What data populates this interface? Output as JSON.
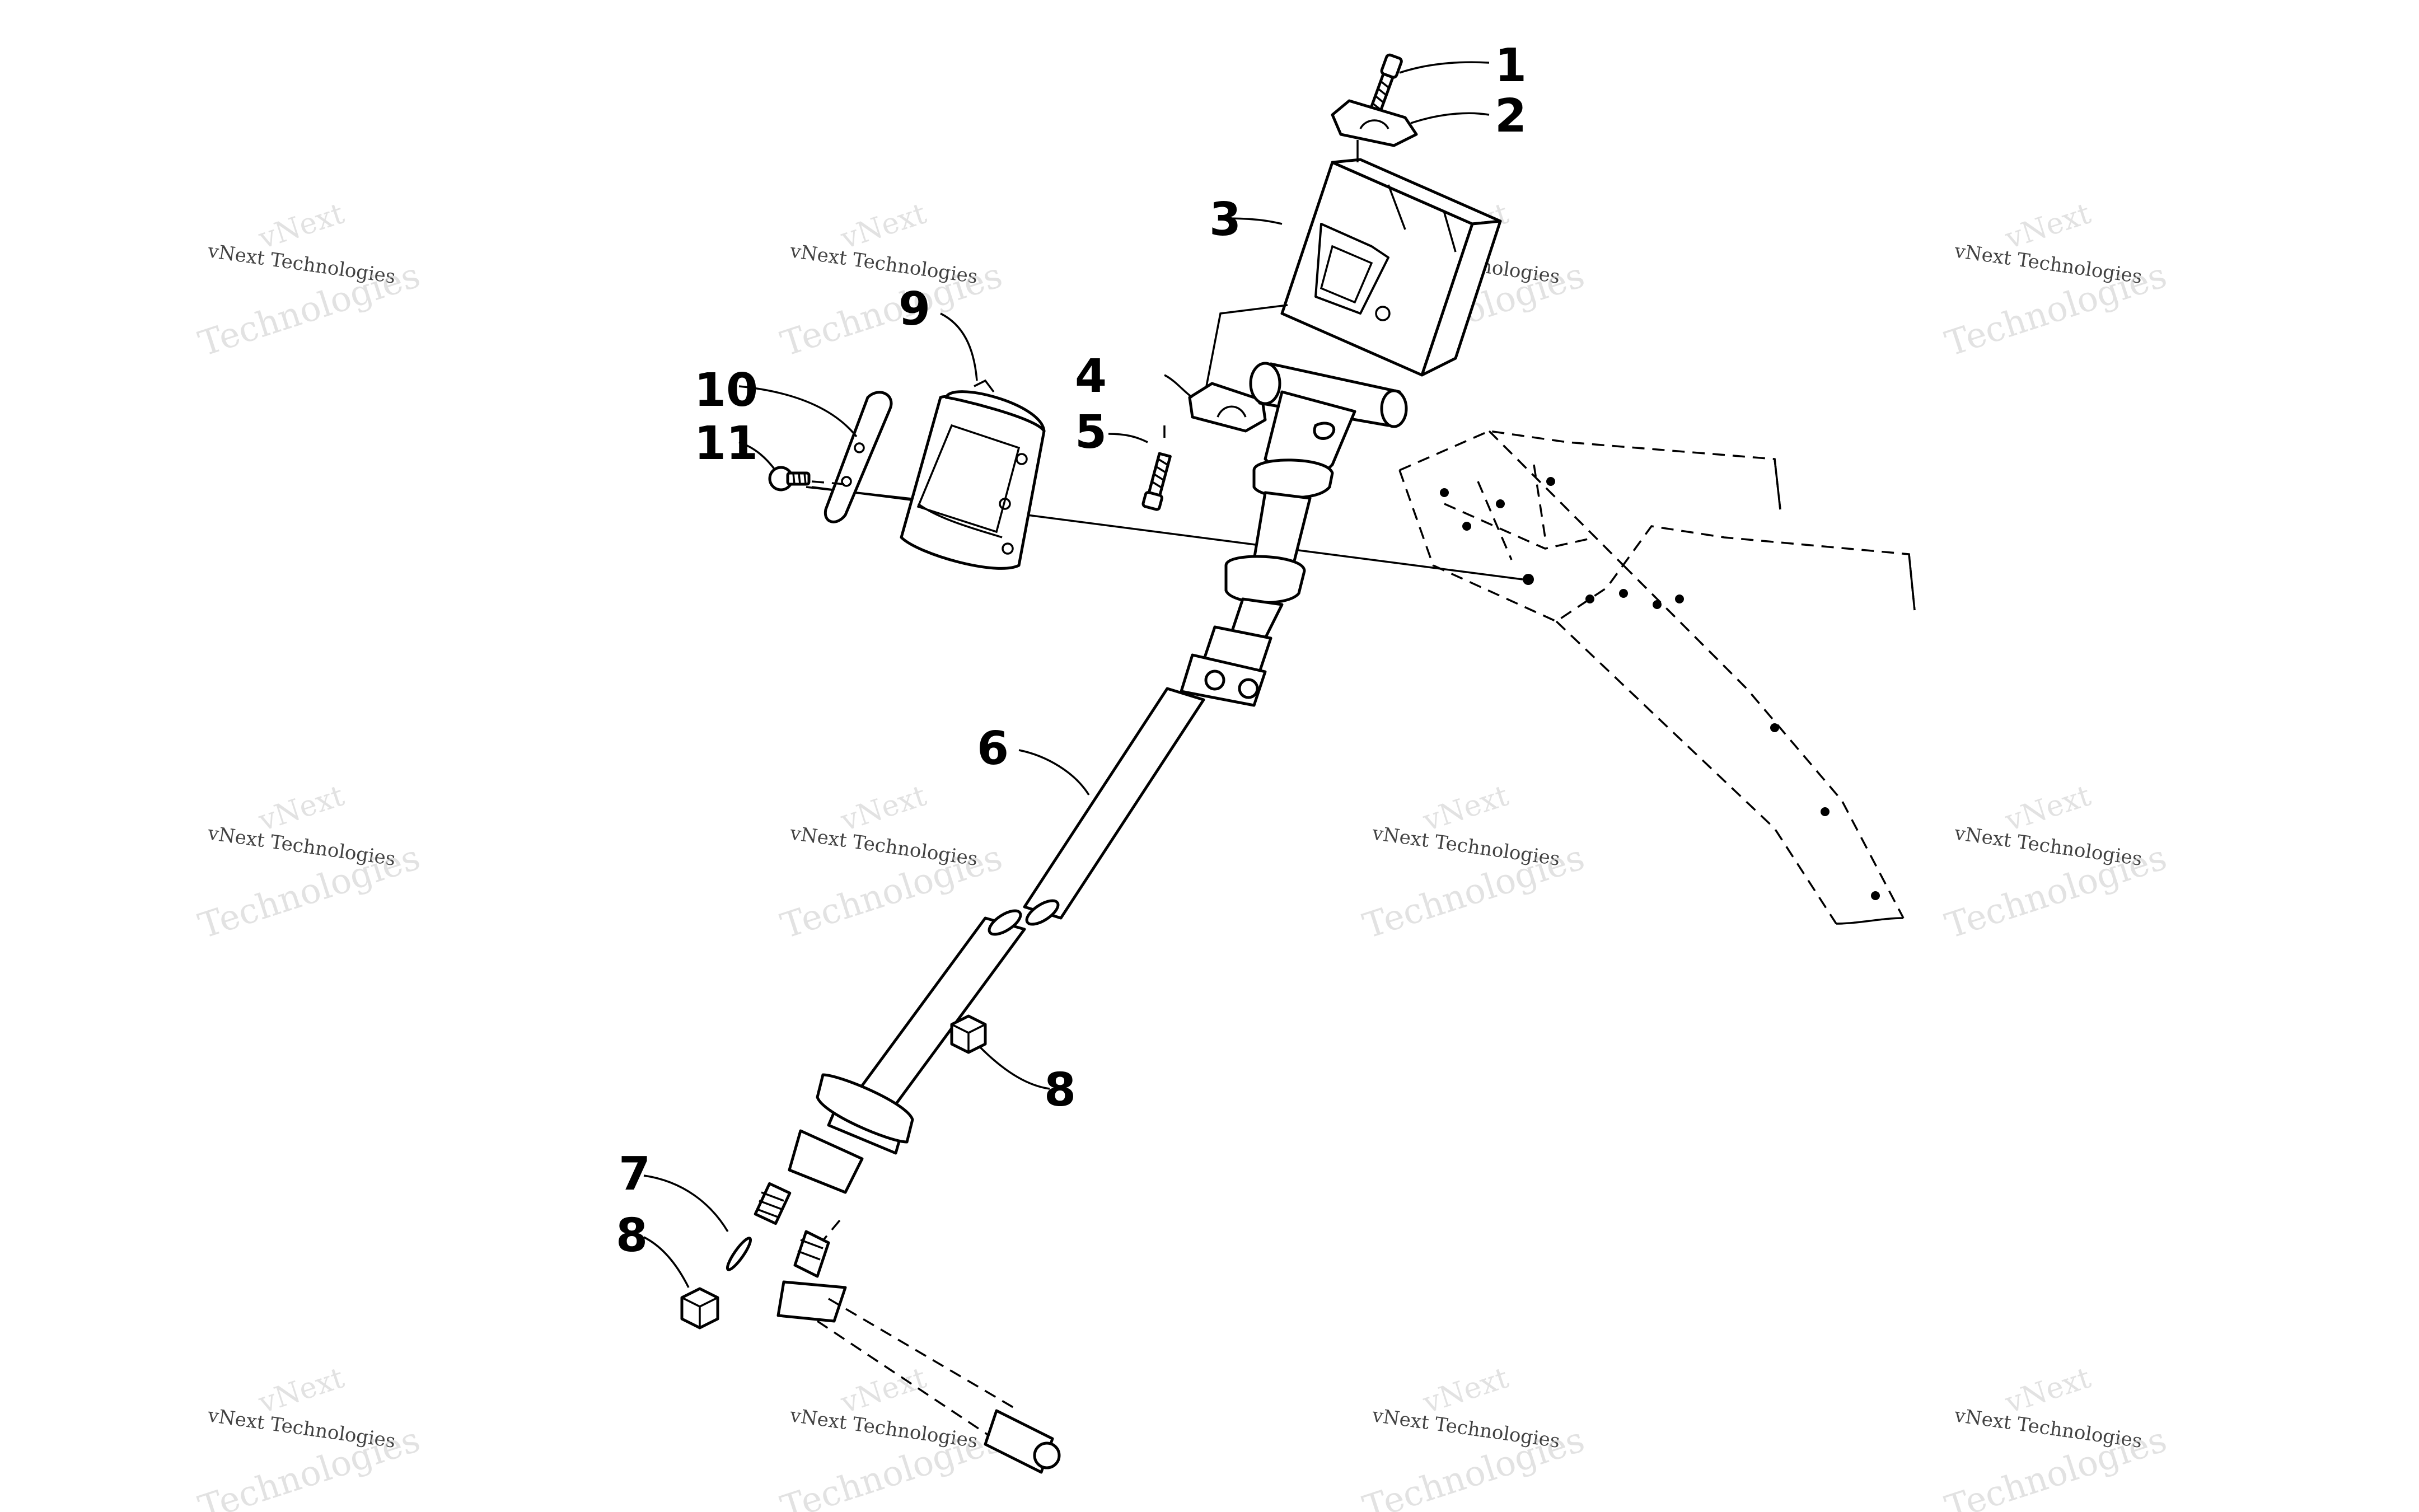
{
  "watermark_text": [
    "vNext",
    "vNext Technologies",
    "Technologies"
  ],
  "callouts": [
    "1",
    "2",
    "3",
    "4",
    "5",
    "6",
    "7",
    "8",
    "8",
    "9",
    "10",
    "11"
  ],
  "parts": [
    {
      "callout": "1",
      "icon": "bolt-icon"
    },
    {
      "callout": "2",
      "icon": "clamp-cap-icon"
    },
    {
      "callout": "3",
      "icon": "steering-bracket-icon"
    },
    {
      "callout": "4",
      "icon": "clamp-block-icon"
    },
    {
      "callout": "5",
      "icon": "bolt-icon"
    },
    {
      "callout": "6",
      "icon": "steering-shaft-icon"
    },
    {
      "callout": "7",
      "icon": "washer-icon"
    },
    {
      "callout": "8",
      "icon": "nut-icon"
    },
    {
      "callout": "9",
      "icon": "cover-icon"
    },
    {
      "callout": "10",
      "icon": "plate-icon"
    },
    {
      "callout": "11",
      "icon": "screw-icon"
    }
  ]
}
